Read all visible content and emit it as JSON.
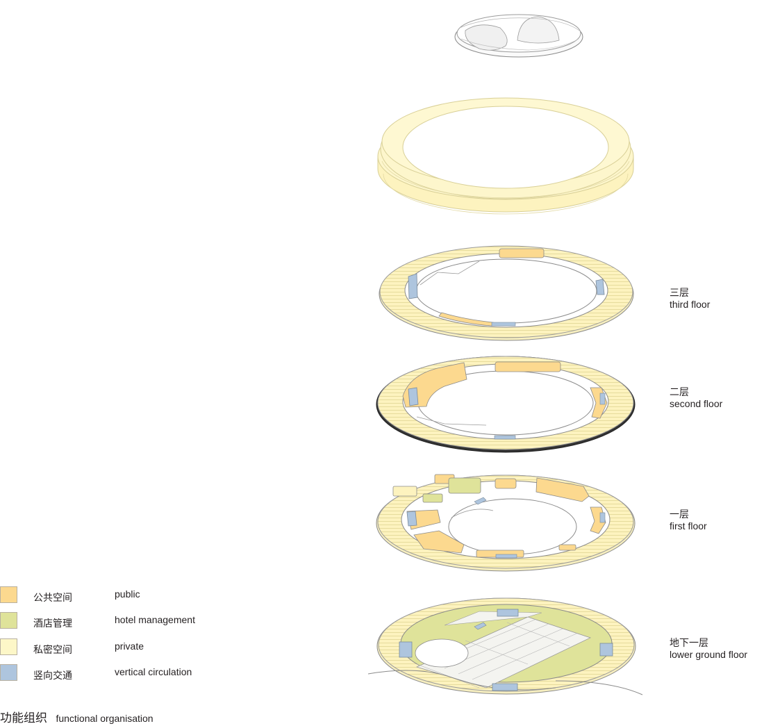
{
  "colors": {
    "public": "#fcd98f",
    "hotel_management": "#dfe39a",
    "private": "#fdf7c8",
    "vertical_circulation": "#aec5de",
    "outline": "#8a8a8a",
    "ring_stripe": "#d9cf8a"
  },
  "levels": [
    {
      "id": "third",
      "cn": "三层",
      "en": "third floor"
    },
    {
      "id": "second",
      "cn": "二层",
      "en": "second floor"
    },
    {
      "id": "first",
      "cn": "一层",
      "en": "first floor"
    },
    {
      "id": "lower",
      "cn": "地下一层",
      "en": "lower ground floor"
    }
  ],
  "legend": [
    {
      "id": "public",
      "cn": "公共空间",
      "en": "public"
    },
    {
      "id": "hotel_management",
      "cn": "酒店管理",
      "en": "hotel management"
    },
    {
      "id": "private",
      "cn": "私密空间",
      "en": "private"
    },
    {
      "id": "vertical_circulation",
      "cn": "竖向交通",
      "en": "vertical circulation"
    }
  ],
  "caption": {
    "cn": "功能组织",
    "en": "functional organisation"
  }
}
